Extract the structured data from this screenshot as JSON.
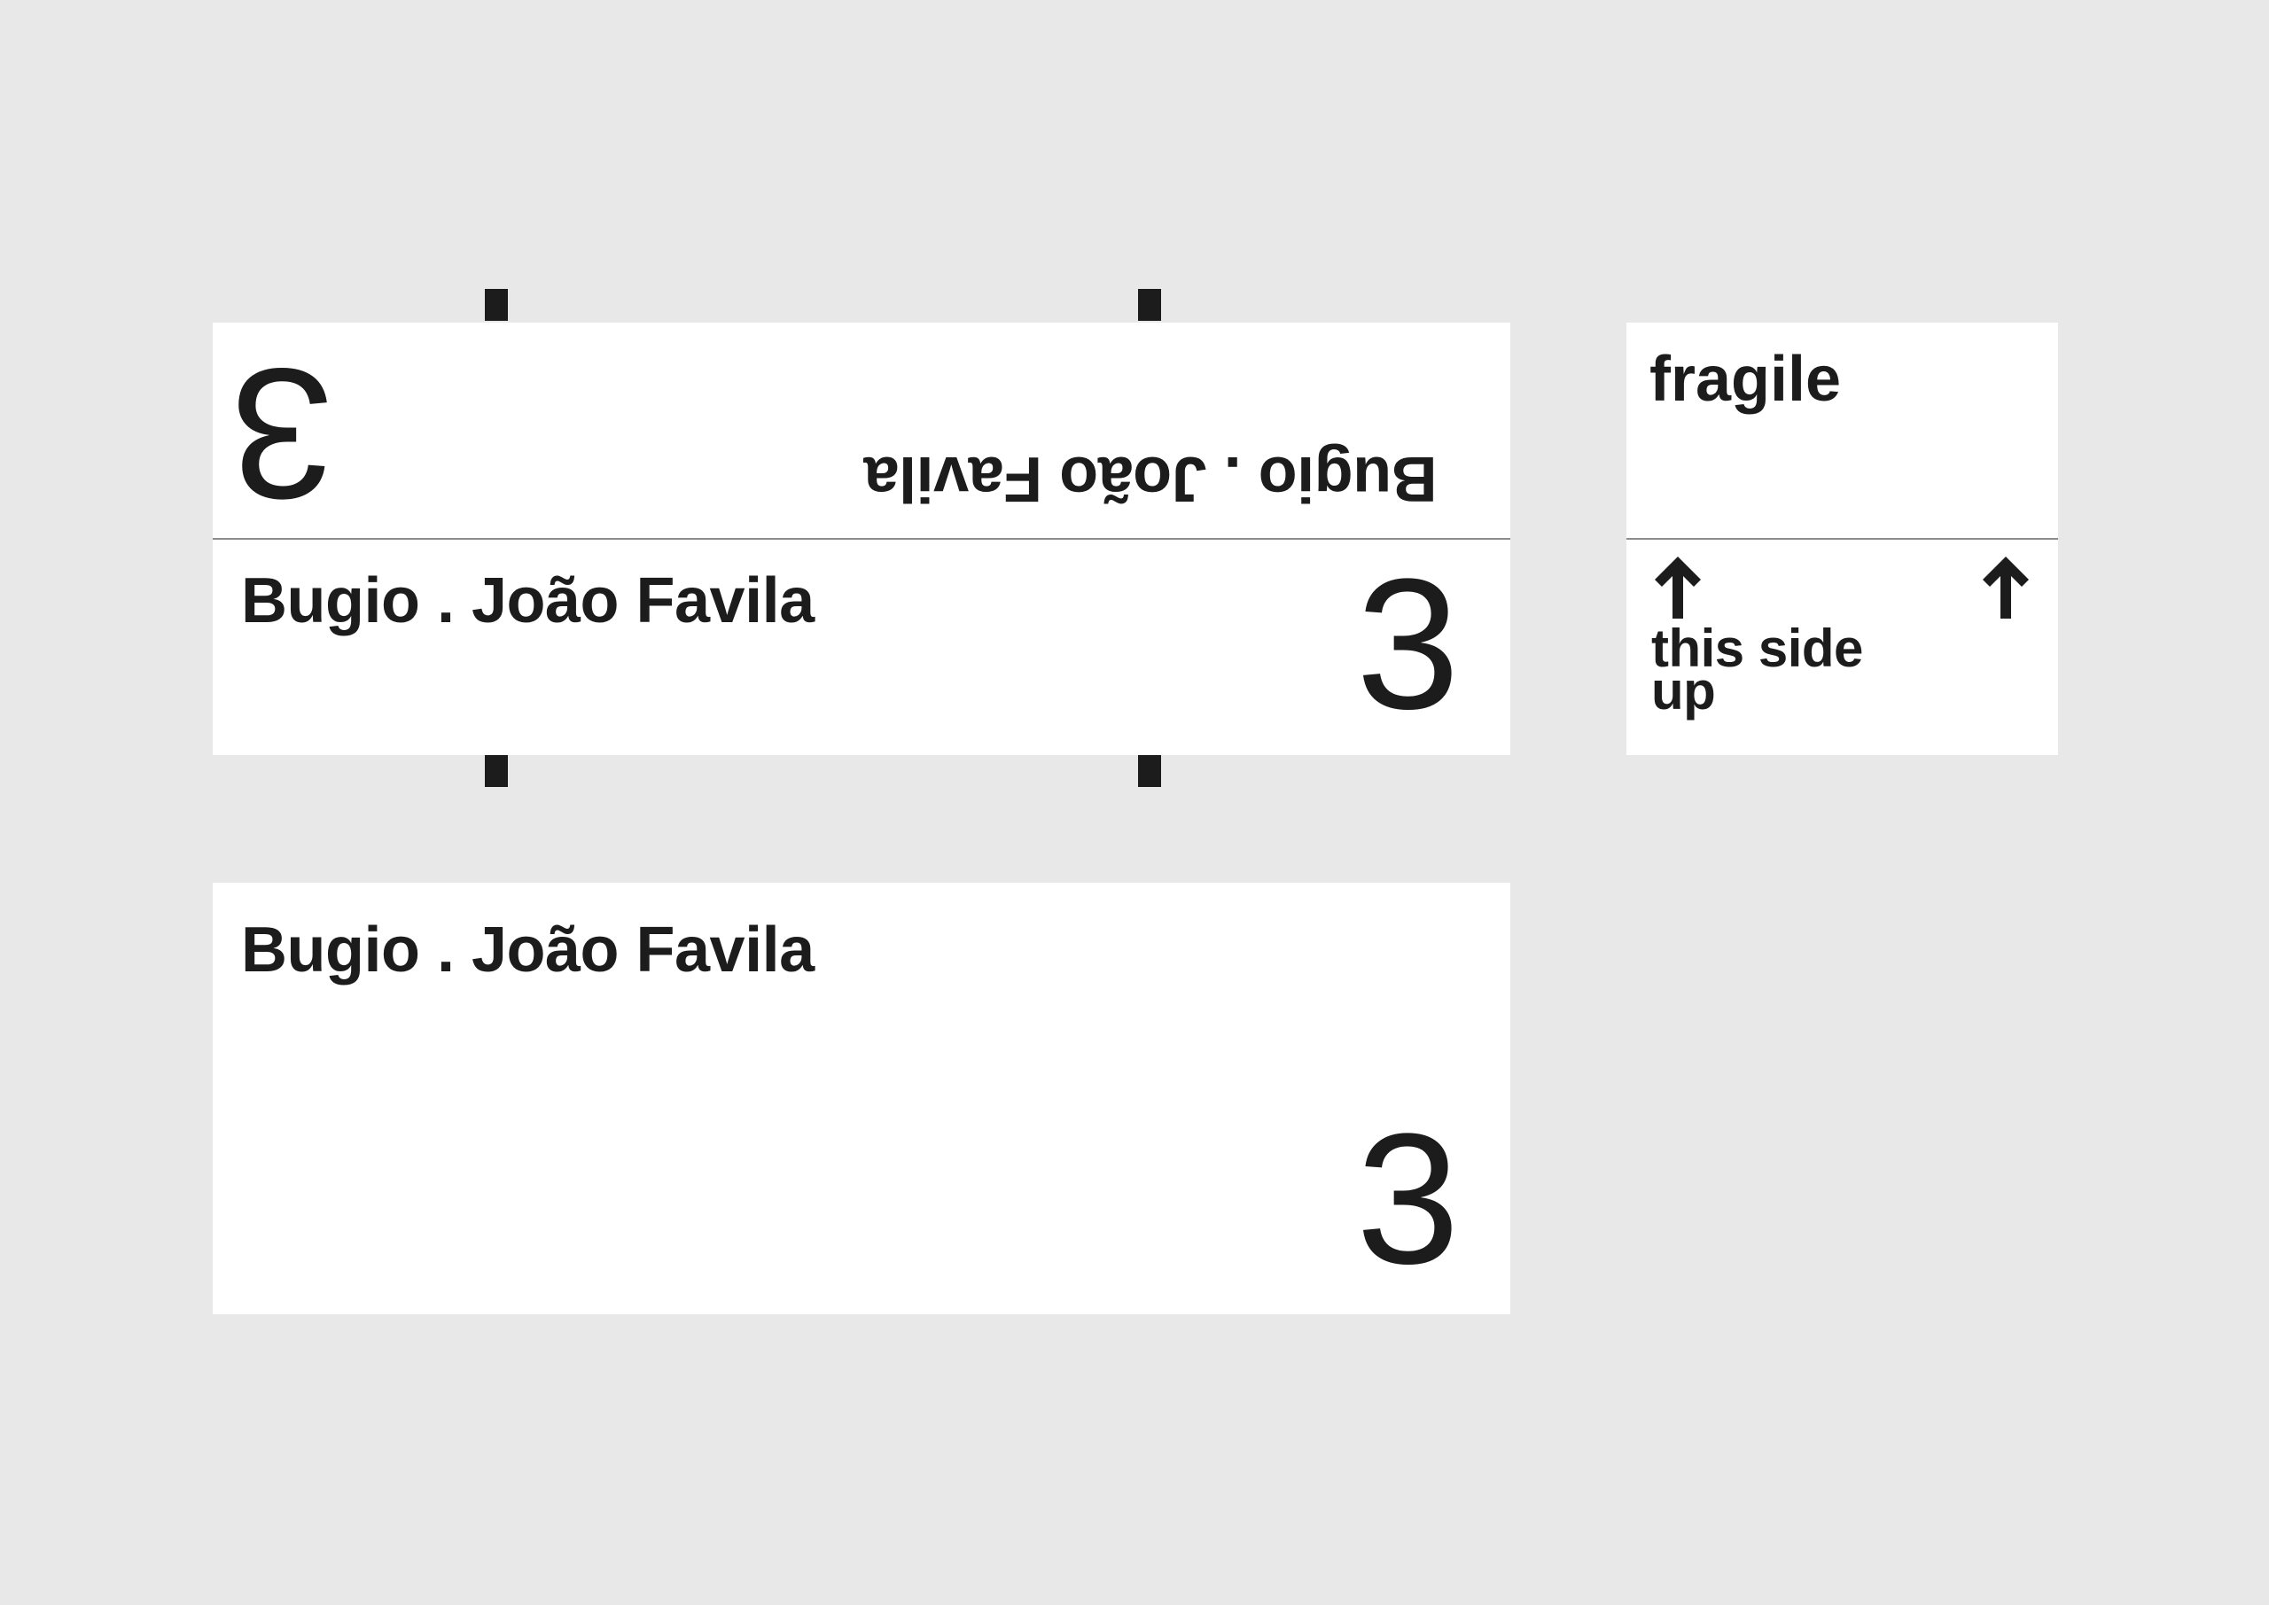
{
  "label_top": {
    "brand": "Bugio . João Favila",
    "number": "3"
  },
  "label_bottom": {
    "brand": "Bugio . João Favila",
    "number": "3"
  },
  "side_label": {
    "fragile": "fragile",
    "this_side_up_line1": "this side",
    "this_side_up_line2": "up",
    "arrow_icon": "arrow-up-icon"
  },
  "colors": {
    "background": "#e8e8e8",
    "card": "#ffffff",
    "ink": "#1c1c1c",
    "fold_line": "#8c8c8c"
  }
}
